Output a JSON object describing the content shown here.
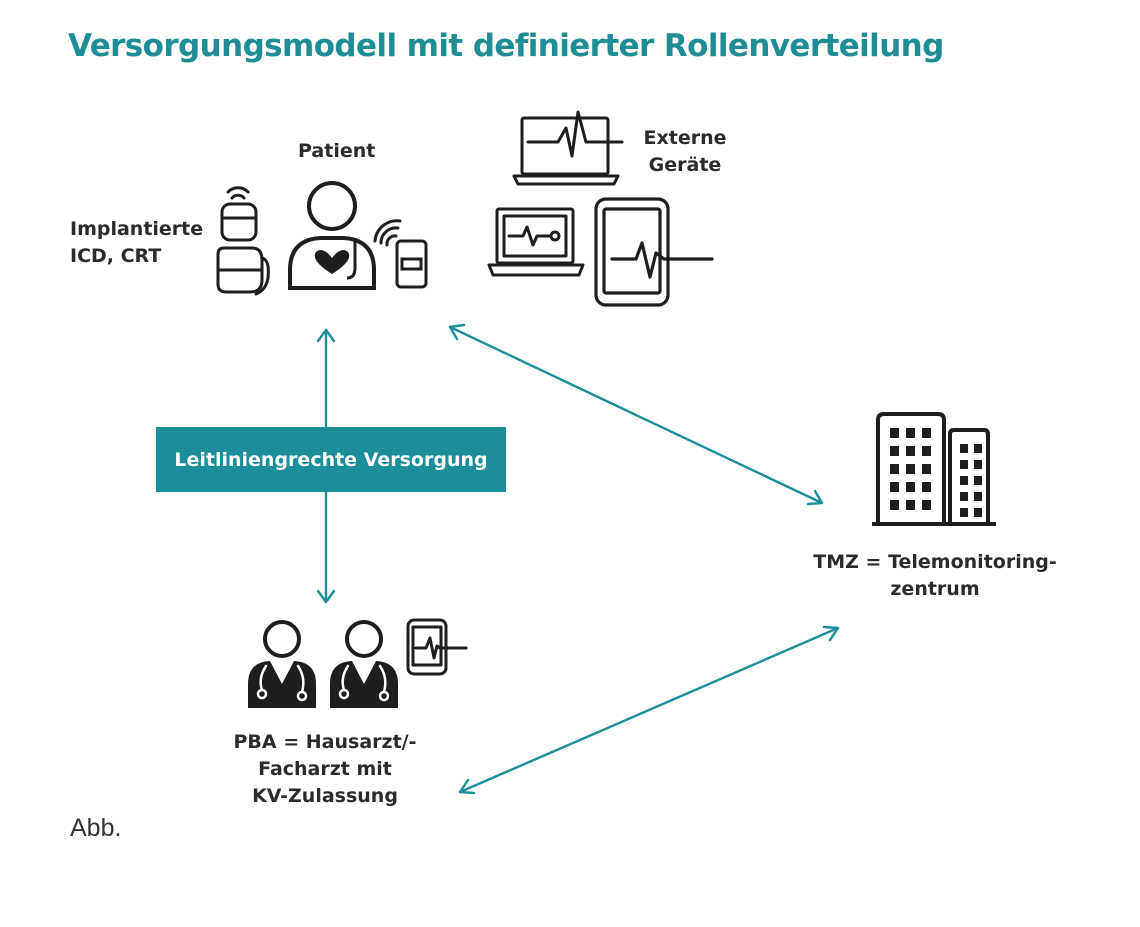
{
  "title": "Versorgungsmodell mit definierter Rollenverteilung",
  "labels": {
    "patient": "Patient",
    "implant_line1": "Implantierte",
    "implant_line2": "ICD, CRT",
    "external_line1": "Externe",
    "external_line2": "Geräte",
    "banner": "Leitliniengrechte Versorgung",
    "tmz_line1": "TMZ = Telemonitoring-",
    "tmz_line2": "zentrum",
    "pba_line1": "PBA = Hausarzt/-",
    "pba_line2": "Facharzt mit",
    "pba_line3": "KV-Zulassung"
  },
  "caption": "Abb.",
  "colors": {
    "accent": "#1c8e99",
    "title": "#1f8d96",
    "icon": "#1e1e1e"
  },
  "icons": [
    "implant-device-icon",
    "patient-icon",
    "mobile-monitor-icon",
    "laptop-ecg-icon",
    "laptop-monitor-icon",
    "tablet-ecg-icon",
    "building-icon",
    "doctor-icon",
    "phone-ecg-icon"
  ]
}
